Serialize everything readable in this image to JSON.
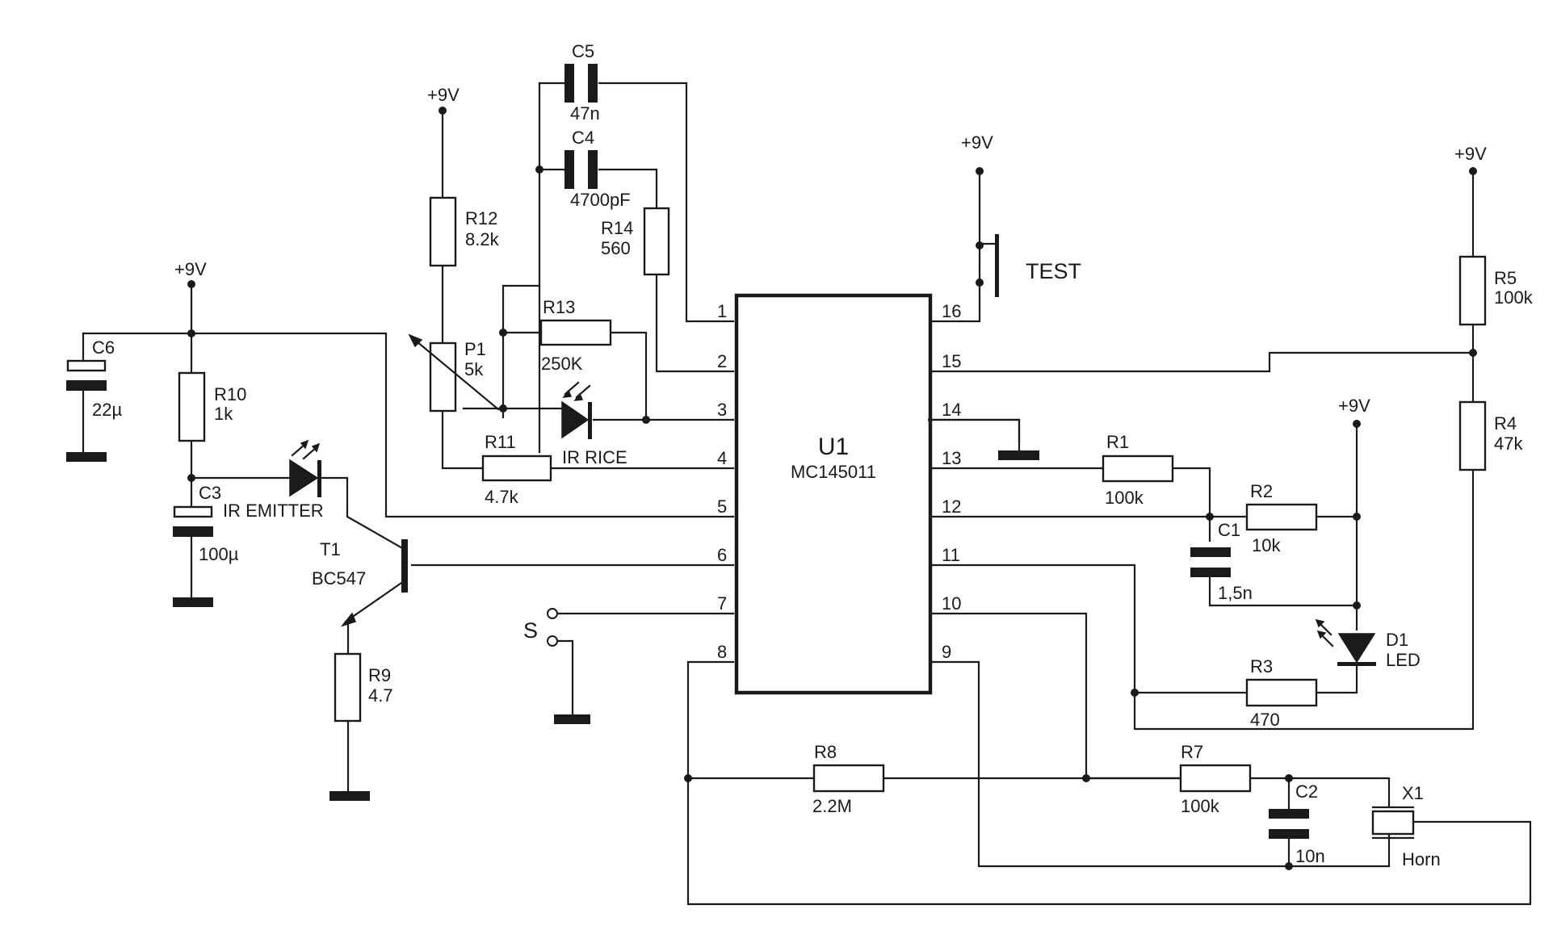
{
  "ic": {
    "ref": "U1",
    "part": "MC145011"
  },
  "pins": {
    "p1": "1",
    "p2": "2",
    "p3": "3",
    "p4": "4",
    "p5": "5",
    "p6": "6",
    "p7": "7",
    "p8": "8",
    "p9": "9",
    "p10": "10",
    "p11": "11",
    "p12": "12",
    "p13": "13",
    "p14": "14",
    "p15": "15",
    "p16": "16"
  },
  "supply": "+9V",
  "components": {
    "C5": {
      "ref": "C5",
      "value": "47n"
    },
    "C4": {
      "ref": "C4",
      "value": "4700pF"
    },
    "R14": {
      "ref": "R14",
      "value": "560"
    },
    "R12": {
      "ref": "R12",
      "value": "8.2k"
    },
    "R13": {
      "ref": "R13",
      "value": "250K"
    },
    "P1": {
      "ref": "P1",
      "value": "5k"
    },
    "IRRX": {
      "name": "IR RICE"
    },
    "R11": {
      "ref": "R11",
      "value": "4.7k"
    },
    "C6": {
      "ref": "C6",
      "value": "22µ"
    },
    "R10": {
      "ref": "R10",
      "value": "1k"
    },
    "C3": {
      "ref": "C3",
      "value": "100µ"
    },
    "IRTX": {
      "name": "IR EMITTER"
    },
    "T1": {
      "ref": "T1",
      "value": "BC547"
    },
    "R9": {
      "ref": "R9",
      "value": "4.7"
    },
    "S": {
      "ref": "S"
    },
    "TEST": {
      "name": "TEST"
    },
    "R5": {
      "ref": "R5",
      "value": "100k"
    },
    "R4": {
      "ref": "R4",
      "value": "47k"
    },
    "R1": {
      "ref": "R1",
      "value": "100k"
    },
    "R2": {
      "ref": "R2",
      "value": "10k"
    },
    "C1": {
      "ref": "C1",
      "value": "1,5n"
    },
    "D1": {
      "ref": "D1",
      "value": "LED"
    },
    "R3": {
      "ref": "R3",
      "value": "470"
    },
    "R8": {
      "ref": "R8",
      "value": "2.2M"
    },
    "R7": {
      "ref": "R7",
      "value": "100k"
    },
    "C2": {
      "ref": "C2",
      "value": "10n"
    },
    "X1": {
      "ref": "X1",
      "value": "Horn"
    }
  }
}
